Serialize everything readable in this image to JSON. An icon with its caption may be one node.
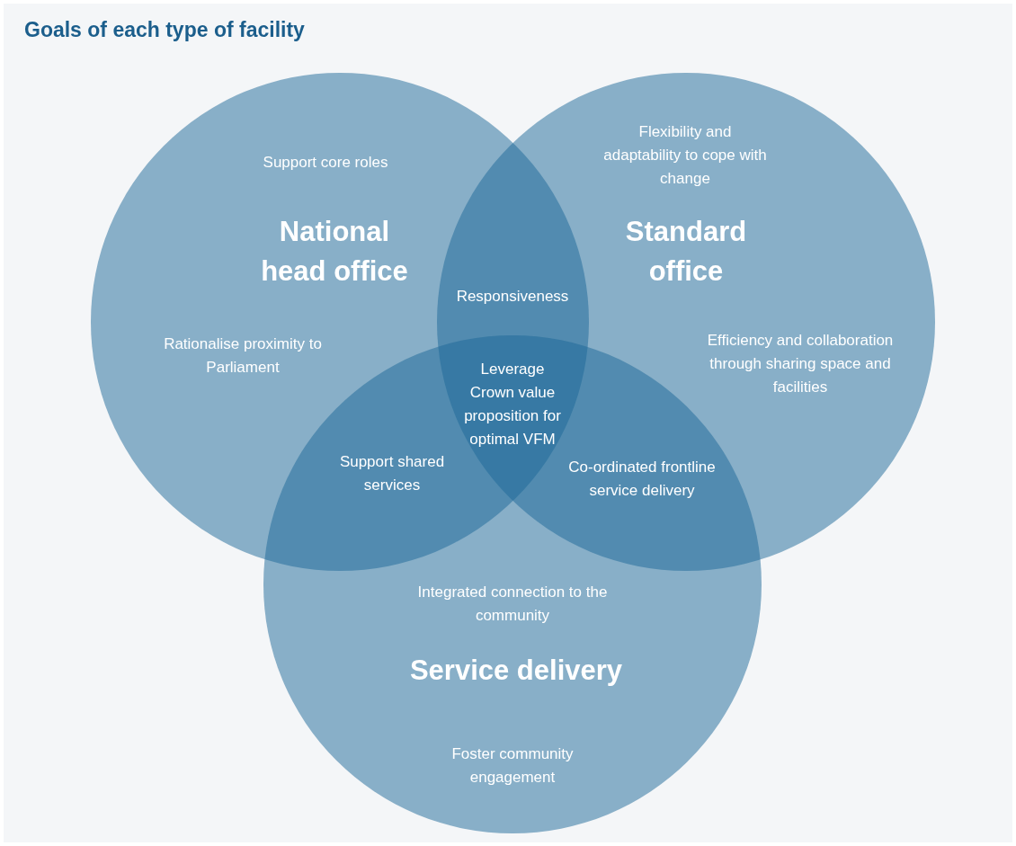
{
  "diagram": {
    "title": "Goals of each type of facility",
    "nodes": [
      {
        "text": [
          "Support core roles",
          "National head office",
          "Rationalise proximity to Parliament"
        ]
      },
      {
        "text": [
          "Flexibility and adaptability to cope with change",
          "Standard office",
          "Efficiency and collaboration through sharing space and facilities"
        ]
      },
      {
        "text": [
          "Integrated connection to the community",
          "Service delivery",
          "Foster community engagement"
        ]
      }
    ],
    "edges": [],
    "labels": [
      "Responsiveness",
      "Leverage Crown value proposition for optimal VFM",
      "Support shared services",
      "Co-ordinated frontline service delivery"
    ]
  }
}
